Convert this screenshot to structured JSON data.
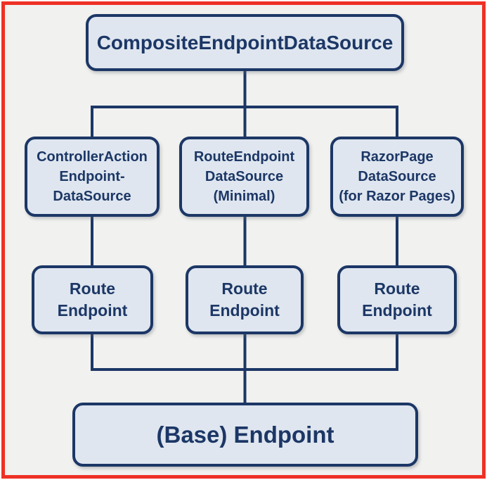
{
  "colors": {
    "frame_red": "#ee3124",
    "navy": "#1c3766",
    "box_fill": "#dfe6ef",
    "background": "#f1f1ef"
  },
  "diagram": {
    "root": {
      "label": "CompositeEndpointDataSource"
    },
    "middle": [
      {
        "label": "ControllerAction\nEndpoint-\nDataSource"
      },
      {
        "label": "RouteEndpoint\nDataSource\n(Minimal)"
      },
      {
        "label": "RazorPage\nDataSource\n(for Razor Pages)"
      }
    ],
    "route": [
      {
        "label": "Route\nEndpoint"
      },
      {
        "label": "Route\nEndpoint"
      },
      {
        "label": "Route\nEndpoint"
      }
    ],
    "base": {
      "label": "(Base) Endpoint"
    }
  }
}
